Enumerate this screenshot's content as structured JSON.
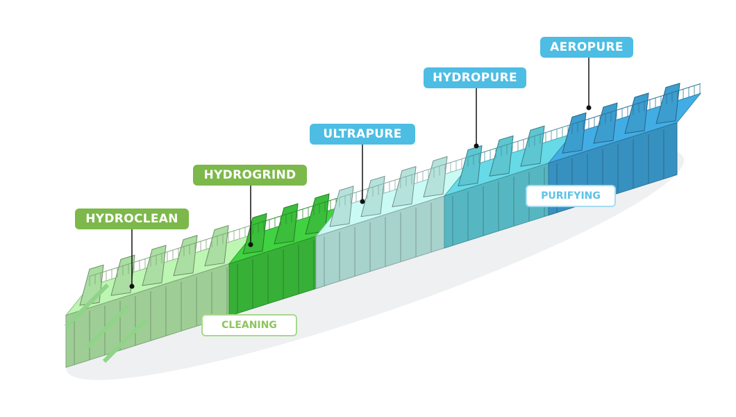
{
  "modules": [
    {
      "label": "HYDROCLEAN",
      "group": "cleaning"
    },
    {
      "label": "HYDROGRIND",
      "group": "cleaning"
    },
    {
      "label": "ULTRAPURE",
      "group": "purifying"
    },
    {
      "label": "HYDROPURE",
      "group": "purifying"
    },
    {
      "label": "AEROPURE",
      "group": "purifying"
    }
  ],
  "stages": {
    "cleaning": "CLEANING",
    "purifying": "PURIFYING"
  },
  "colors": {
    "green_label": "#7cb84a",
    "blue_label": "#4dbde3",
    "hydroclean": "#b4eaaa",
    "hydrogrind": "#3ec83e",
    "ultrapure": "#bfefe8",
    "hydropure": "#62d0dc",
    "aeropure": "#3fa5da"
  }
}
